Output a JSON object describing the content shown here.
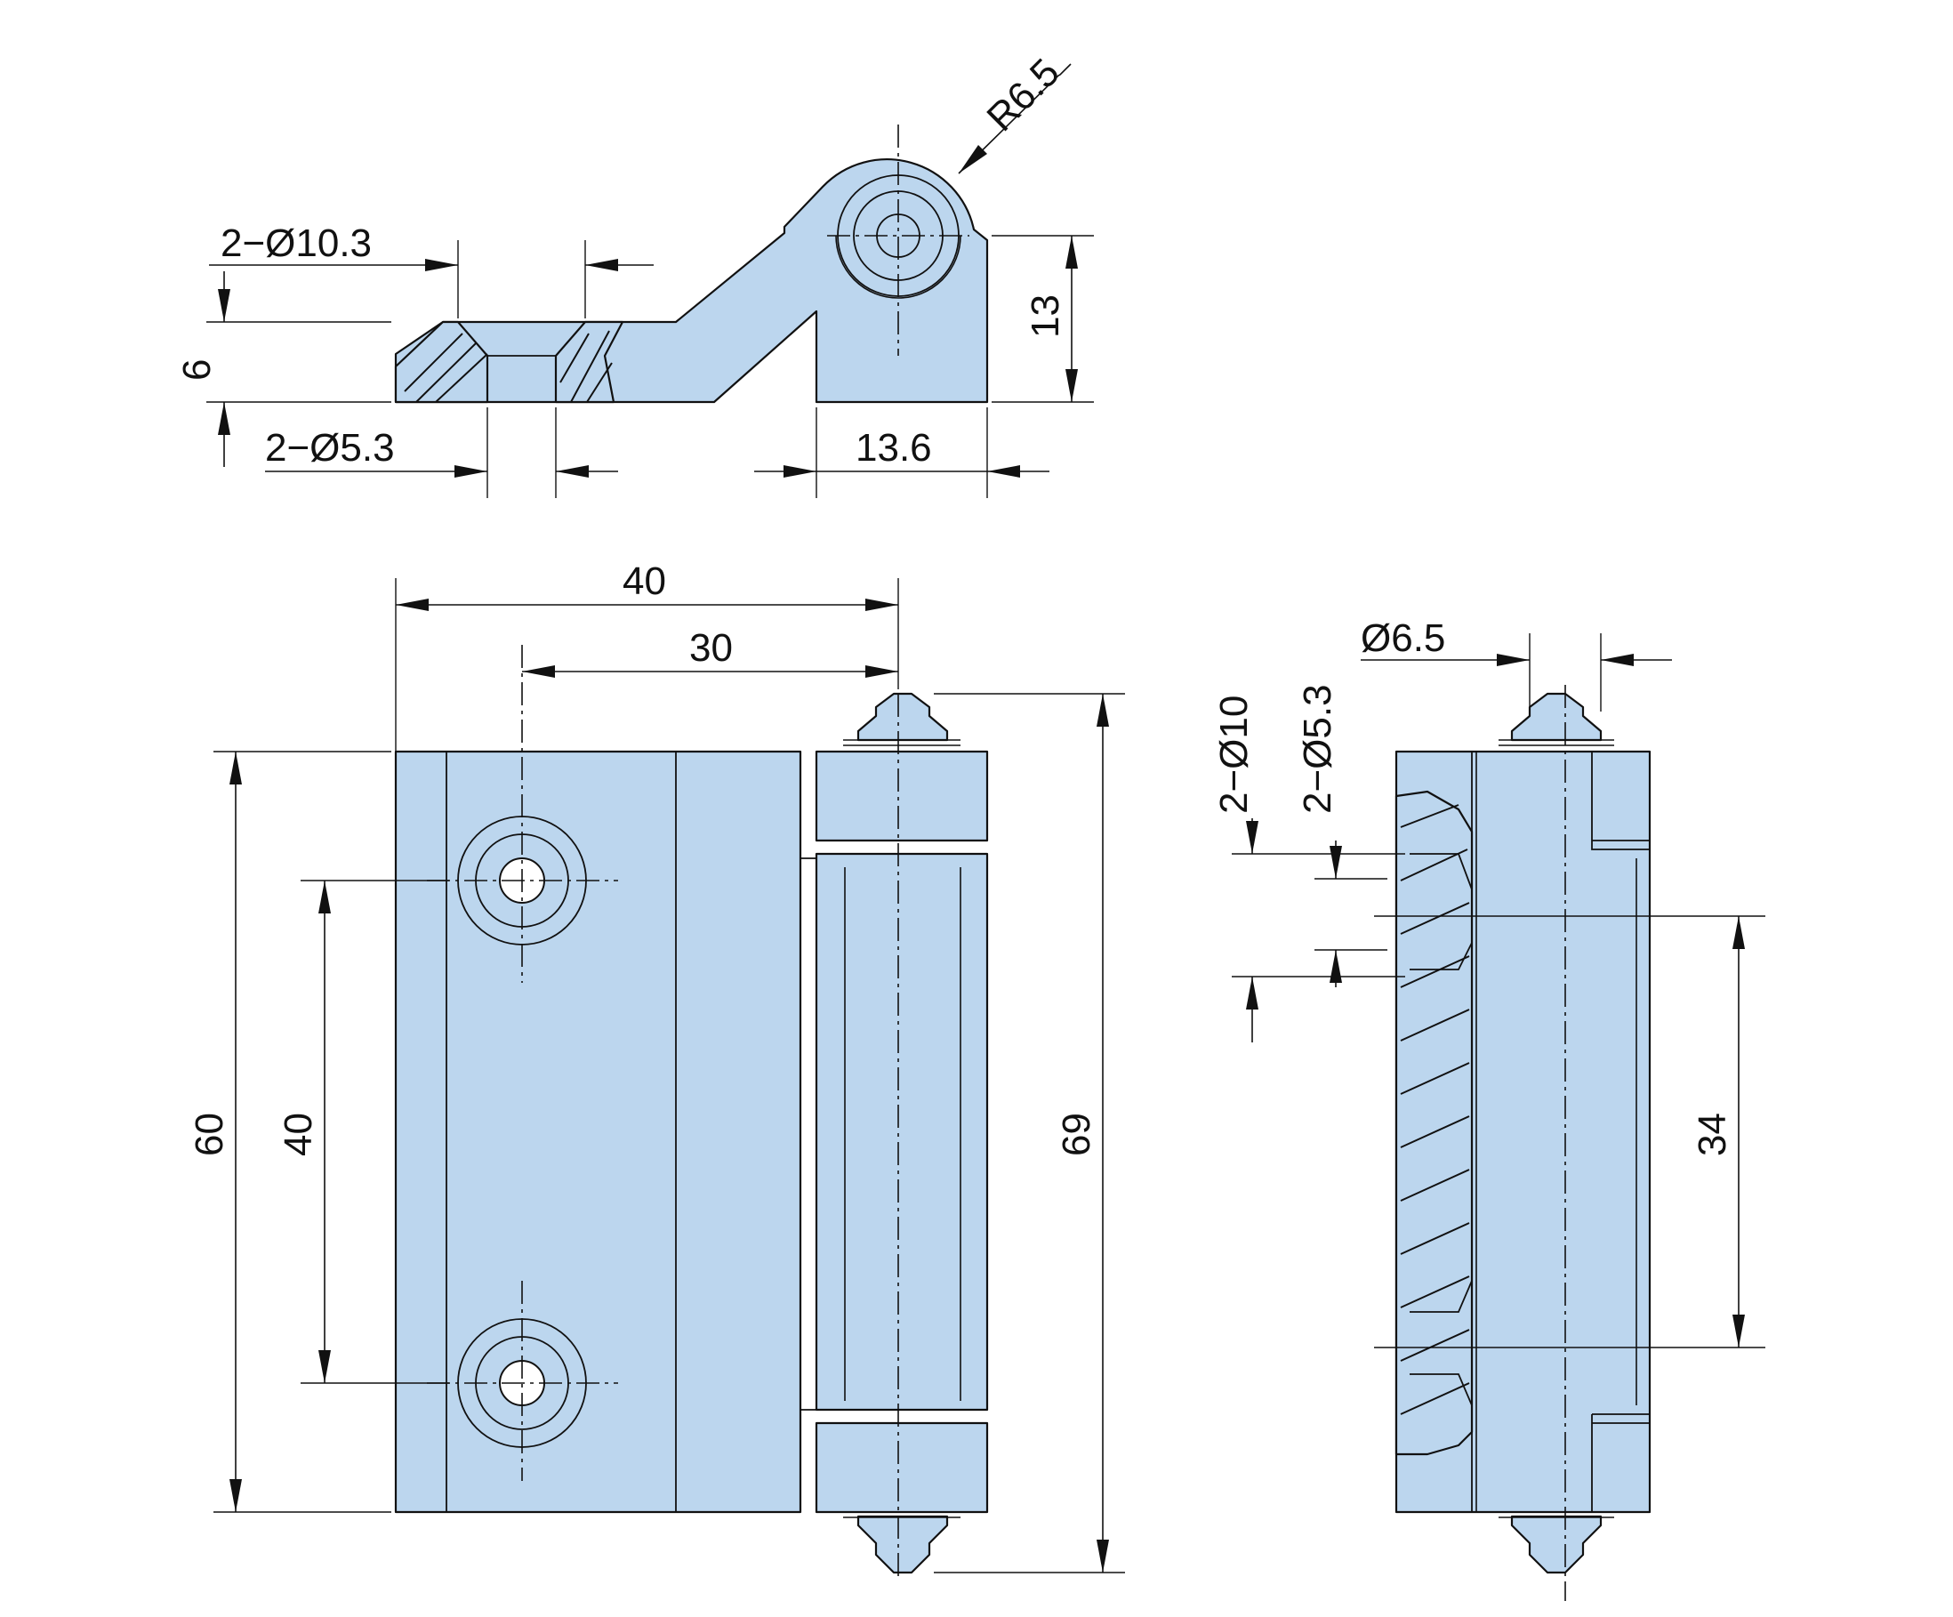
{
  "drawing": {
    "colors": {
      "part_fill": "#bcd6ee",
      "line": "#111111",
      "hole": "#ffffff"
    },
    "views": [
      "side-section-view",
      "front-view",
      "edge-view"
    ],
    "dimensions": {
      "countersink_dia": "2−Ø10.3",
      "through_hole_dia_side": "2−Ø5.3",
      "plate_thickness": "6",
      "knuckle_height": "13",
      "knuckle_width": "13.6",
      "knuckle_radius": "R6.5",
      "overall_width": "40",
      "hole_to_axis": "30",
      "plate_height": "60",
      "hole_spacing": "40",
      "overall_height": "69",
      "pin_dia": "Ø6.5",
      "countersink_dia_edge": "2−Ø10",
      "through_hole_dia_edge": "2−Ø5.3",
      "inner_spacing": "34"
    }
  }
}
